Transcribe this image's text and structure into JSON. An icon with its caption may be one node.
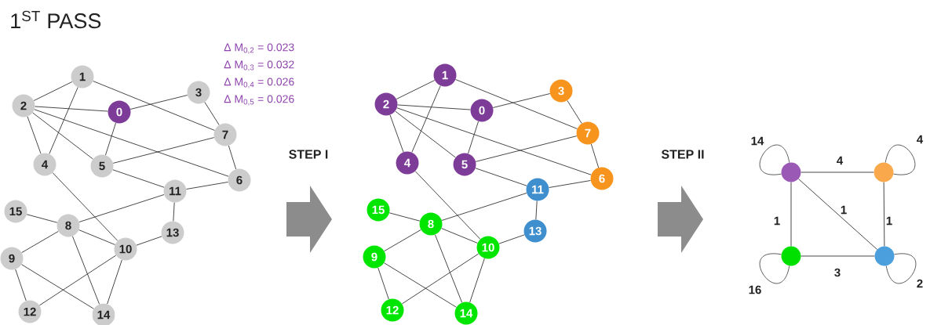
{
  "diagram": {
    "title": "1$^{ST}$ PASS",
    "nodes": [
      {
        "text": [
          "0"
        ]
      },
      {
        "text": [
          "1"
        ]
      },
      {
        "text": [
          "2"
        ]
      },
      {
        "text": [
          "3"
        ]
      },
      {
        "text": [
          "4"
        ]
      },
      {
        "text": [
          "5"
        ]
      },
      {
        "text": [
          "6"
        ]
      },
      {
        "text": [
          "7"
        ]
      },
      {
        "text": [
          "8"
        ]
      },
      {
        "text": [
          "9"
        ]
      },
      {
        "text": [
          "10"
        ]
      },
      {
        "text": [
          "11"
        ]
      },
      {
        "text": [
          "12"
        ]
      },
      {
        "text": [
          "13"
        ]
      },
      {
        "text": [
          "14"
        ]
      },
      {
        "text": [
          "15"
        ]
      },
      {
        "text": [
          "0"
        ]
      },
      {
        "text": [
          "1"
        ]
      },
      {
        "text": [
          "2"
        ]
      },
      {
        "text": [
          "3"
        ]
      },
      {
        "text": [
          "4"
        ]
      },
      {
        "text": [
          "5"
        ]
      },
      {
        "text": [
          "6"
        ]
      },
      {
        "text": [
          "7"
        ]
      },
      {
        "text": [
          "8"
        ]
      },
      {
        "text": [
          "9"
        ]
      },
      {
        "text": [
          "10"
        ]
      },
      {
        "text": [
          "11"
        ]
      },
      {
        "text": [
          "12"
        ]
      },
      {
        "text": [
          "13"
        ]
      },
      {
        "text": [
          "14"
        ]
      },
      {
        "text": [
          "15"
        ]
      },
      {
        "text": [],
        "shape": "circle"
      },
      {
        "text": [],
        "shape": "circle"
      },
      {
        "text": [],
        "shape": "circle"
      },
      {
        "text": [],
        "shape": "circle"
      }
    ],
    "edges": [
      {
        "from": 2,
        "to": 1,
        "arrow": "none"
      },
      {
        "from": 1,
        "to": 4,
        "arrow": "none"
      },
      {
        "from": 1,
        "to": 7,
        "arrow": "none"
      },
      {
        "from": 2,
        "to": 0,
        "arrow": "none"
      },
      {
        "from": 2,
        "to": 4,
        "arrow": "none"
      },
      {
        "from": 2,
        "to": 5,
        "arrow": "none"
      },
      {
        "from": 2,
        "to": 6,
        "arrow": "none"
      },
      {
        "from": 0,
        "to": 3,
        "arrow": "none"
      },
      {
        "from": 0,
        "to": 5,
        "arrow": "none"
      },
      {
        "from": 3,
        "to": 7,
        "arrow": "none"
      },
      {
        "from": 7,
        "to": 5,
        "arrow": "none"
      },
      {
        "from": 7,
        "to": 6,
        "arrow": "none"
      },
      {
        "from": 5,
        "to": 11,
        "arrow": "none"
      },
      {
        "from": 11,
        "to": 6,
        "arrow": "none"
      },
      {
        "from": 11,
        "to": 8,
        "arrow": "none"
      },
      {
        "from": 11,
        "to": 13,
        "arrow": "none"
      },
      {
        "from": 4,
        "to": 10,
        "arrow": "none"
      },
      {
        "from": 15,
        "to": 8,
        "arrow": "none"
      },
      {
        "from": 8,
        "to": 9,
        "arrow": "none"
      },
      {
        "from": 8,
        "to": 10,
        "arrow": "none"
      },
      {
        "from": 8,
        "to": 14,
        "arrow": "none"
      },
      {
        "from": 10,
        "to": 13,
        "arrow": "none"
      },
      {
        "from": 10,
        "to": 12,
        "arrow": "none"
      },
      {
        "from": 10,
        "to": 14,
        "arrow": "none"
      },
      {
        "from": 9,
        "to": 12,
        "arrow": "none"
      },
      {
        "from": 9,
        "to": 14,
        "arrow": "none"
      },
      {
        "from": 18,
        "to": 17,
        "arrow": "none"
      },
      {
        "from": 17,
        "to": 20,
        "arrow": "none"
      },
      {
        "from": 17,
        "to": 23,
        "arrow": "none"
      },
      {
        "from": 18,
        "to": 16,
        "arrow": "none"
      },
      {
        "from": 18,
        "to": 20,
        "arrow": "none"
      },
      {
        "from": 18,
        "to": 21,
        "arrow": "none"
      },
      {
        "from": 18,
        "to": 22,
        "arrow": "none"
      },
      {
        "from": 16,
        "to": 19,
        "arrow": "none"
      },
      {
        "from": 16,
        "to": 21,
        "arrow": "none"
      },
      {
        "from": 19,
        "to": 23,
        "arrow": "none"
      },
      {
        "from": 23,
        "to": 21,
        "arrow": "none"
      },
      {
        "from": 23,
        "to": 22,
        "arrow": "none"
      },
      {
        "from": 21,
        "to": 27,
        "arrow": "none"
      },
      {
        "from": 27,
        "to": 22,
        "arrow": "none"
      },
      {
        "from": 27,
        "to": 24,
        "arrow": "none"
      },
      {
        "from": 27,
        "to": 29,
        "arrow": "none"
      },
      {
        "from": 20,
        "to": 26,
        "arrow": "none"
      },
      {
        "from": 31,
        "to": 24,
        "arrow": "none"
      },
      {
        "from": 24,
        "to": 25,
        "arrow": "none"
      },
      {
        "from": 24,
        "to": 26,
        "arrow": "none"
      },
      {
        "from": 24,
        "to": 30,
        "arrow": "none"
      },
      {
        "from": 26,
        "to": 29,
        "arrow": "none"
      },
      {
        "from": 26,
        "to": 28,
        "arrow": "none"
      },
      {
        "from": 26,
        "to": 30,
        "arrow": "none"
      },
      {
        "from": 25,
        "to": 28,
        "arrow": "none"
      },
      {
        "from": 25,
        "to": 30,
        "arrow": "none"
      },
      {
        "from": 32,
        "to": 33,
        "arrow": "none",
        "label": "4"
      },
      {
        "from": 32,
        "to": 34,
        "arrow": "none",
        "label": "1"
      },
      {
        "from": 32,
        "to": 35,
        "arrow": "none",
        "label": "1"
      },
      {
        "from": 33,
        "to": 35,
        "arrow": "none",
        "label": "1"
      },
      {
        "from": 34,
        "to": 35,
        "arrow": "none",
        "label": "3"
      },
      {
        "from": 32,
        "to": 32,
        "arrow": "none",
        "label": "14"
      },
      {
        "from": 33,
        "to": 33,
        "arrow": "none",
        "label": "4"
      },
      {
        "from": 34,
        "to": 34,
        "arrow": "none",
        "label": "16"
      },
      {
        "from": 35,
        "to": 35,
        "arrow": "none",
        "label": "2"
      }
    ],
    "labels": [
      "Δ M$_{0,2}$ = 0.023",
      "Δ M$_{0,3}$ = 0.032",
      "Δ M$_{0,4}$ = 0.026",
      "Δ M$_{0,5}$ = 0.026",
      "STEP I",
      "STEP II"
    ]
  }
}
